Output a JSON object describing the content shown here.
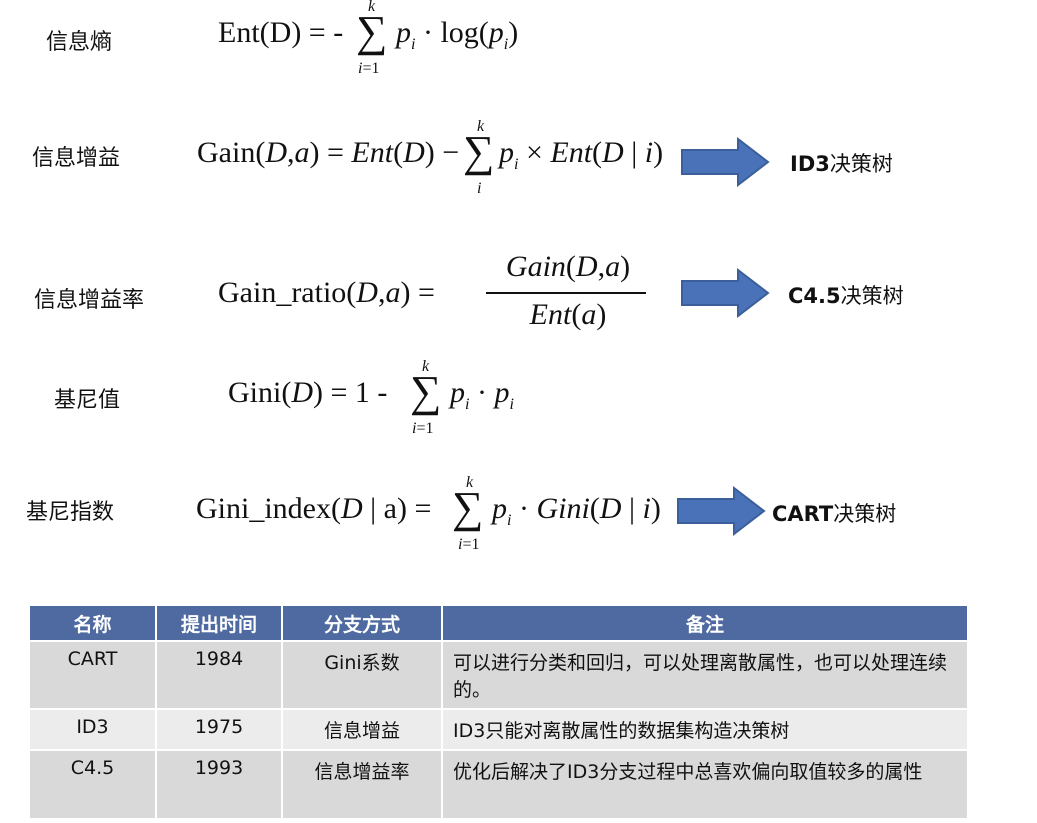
{
  "labels": {
    "entropy": "信息熵",
    "info_gain": "信息增益",
    "gain_ratio": "信息增益率",
    "gini": "基尼值",
    "gini_index": "基尼指数"
  },
  "formulas": {
    "entropy": "Ent(D) = -∑_{i=1}^{k} p_i · log(p_i)",
    "info_gain": "Gain(D,a) = Ent(D) − ∑_{i}^{k} p_i × Ent(D|i)",
    "gain_ratio": "Gain_ratio(D,a) = Gain(D,a) / Ent(a)",
    "gini": "Gini(D) = 1 - ∑_{i=1}^{k} p_i · p_i",
    "gini_index": "Gini_index(D|a) = ∑_{i=1}^{k} p_i · Gini(D|i)"
  },
  "tags": {
    "id3_prefix": "ID3",
    "id3_suffix": "决策树",
    "c45_prefix": "C4.5",
    "c45_suffix": "决策树",
    "cart_prefix": "CART",
    "cart_suffix": "决策树"
  },
  "table": {
    "headers": [
      "名称",
      "提出时间",
      "分支方式",
      "备注"
    ],
    "rows": [
      [
        "CART",
        "1984",
        "Gini系数",
        "可以进行分类和回归，可以处理离散属性，也可以处理连续的。"
      ],
      [
        "ID3",
        "1975",
        "信息增益",
        "ID3只能对离散属性的数据集构造决策树"
      ],
      [
        "C4.5",
        "1993",
        "信息增益率",
        "优化后解决了ID3分支过程中总喜欢偏向取值较多的属性"
      ]
    ]
  },
  "colors": {
    "arrow_fill": "#4a72b8",
    "arrow_stroke": "#3a5f9a",
    "table_header": "#4f6aa0"
  }
}
